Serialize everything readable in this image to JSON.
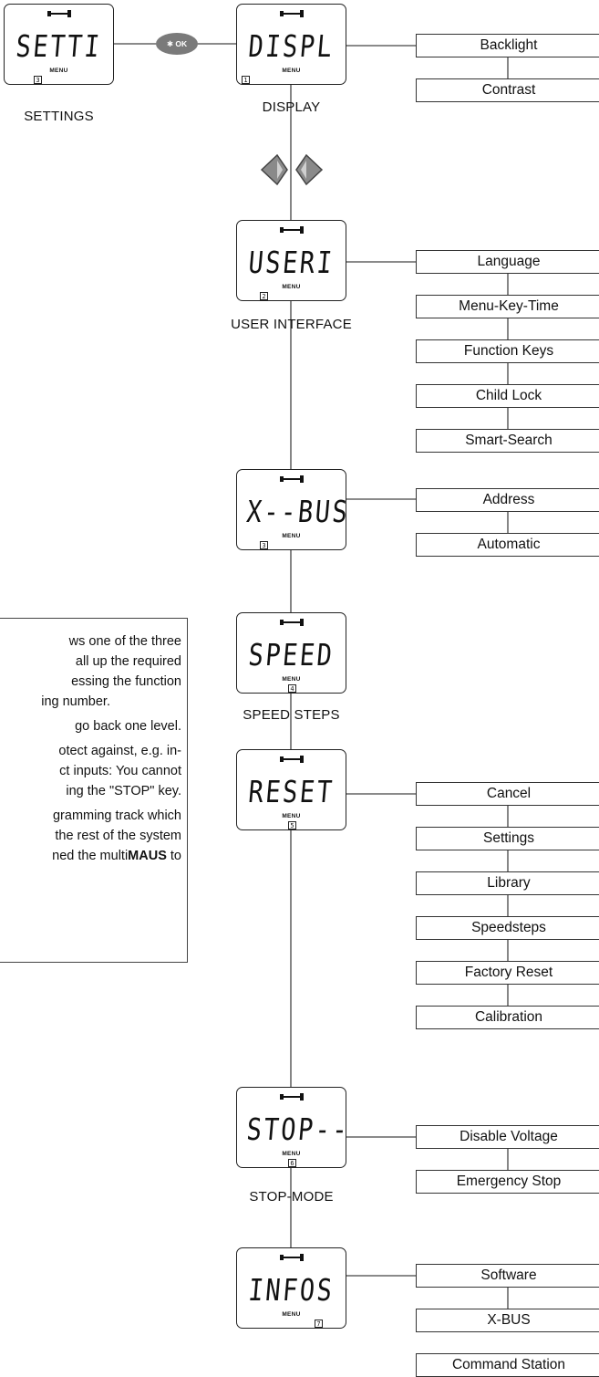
{
  "settings": {
    "screen_text": "SETTI",
    "menu_text": "MENU",
    "number": "3",
    "label": "SETTINGS",
    "ok_button": "OK"
  },
  "menus": [
    {
      "key": "display",
      "screen_text": "DISPL",
      "menu_text": "MENU",
      "number": "1",
      "label": "DISPLAY",
      "options": [
        "Backlight",
        "Contrast"
      ]
    },
    {
      "key": "user-interface",
      "screen_text": "USERI",
      "menu_text": "MENU",
      "number": "2",
      "label": "USER INTERFACE",
      "options": [
        "Language",
        "Menu-Key-Time",
        "Function Keys",
        "Child Lock",
        "Smart-Search"
      ]
    },
    {
      "key": "x-bus",
      "screen_text": "X--BUS",
      "menu_text": "MENU",
      "number": "3",
      "label": "",
      "options": [
        "Address",
        "Automatic"
      ]
    },
    {
      "key": "speed-steps",
      "screen_text": "SPEED",
      "menu_text": "MENU",
      "number": "4",
      "label": "SPEED STEPS",
      "options": []
    },
    {
      "key": "reset",
      "screen_text": "RESET",
      "menu_text": "MENU",
      "number": "5",
      "label": "",
      "options": [
        "Cancel",
        "Settings",
        "Library",
        "Speedsteps",
        "Factory Reset",
        "Calibration"
      ]
    },
    {
      "key": "stop-mode",
      "screen_text": "STOP--",
      "menu_text": "MENU",
      "number": "6",
      "label": "STOP-MODE",
      "options": [
        "Disable Voltage",
        "Emergency Stop"
      ]
    },
    {
      "key": "infos",
      "screen_text": "INFOS",
      "menu_text": "MENU",
      "number": "7",
      "label": "",
      "options": [
        "Software",
        "X-BUS",
        "Command Station"
      ]
    }
  ],
  "note": {
    "lines": [
      "ws one of the three",
      "all up the required",
      "essing the function",
      "ing number.",
      "go back one level.",
      "otect against, e.g. in-",
      "ct inputs: You cannot",
      "ing the \"STOP\" key.",
      "gramming track which",
      "the rest of the system",
      "ned the multiMAUS to"
    ]
  }
}
